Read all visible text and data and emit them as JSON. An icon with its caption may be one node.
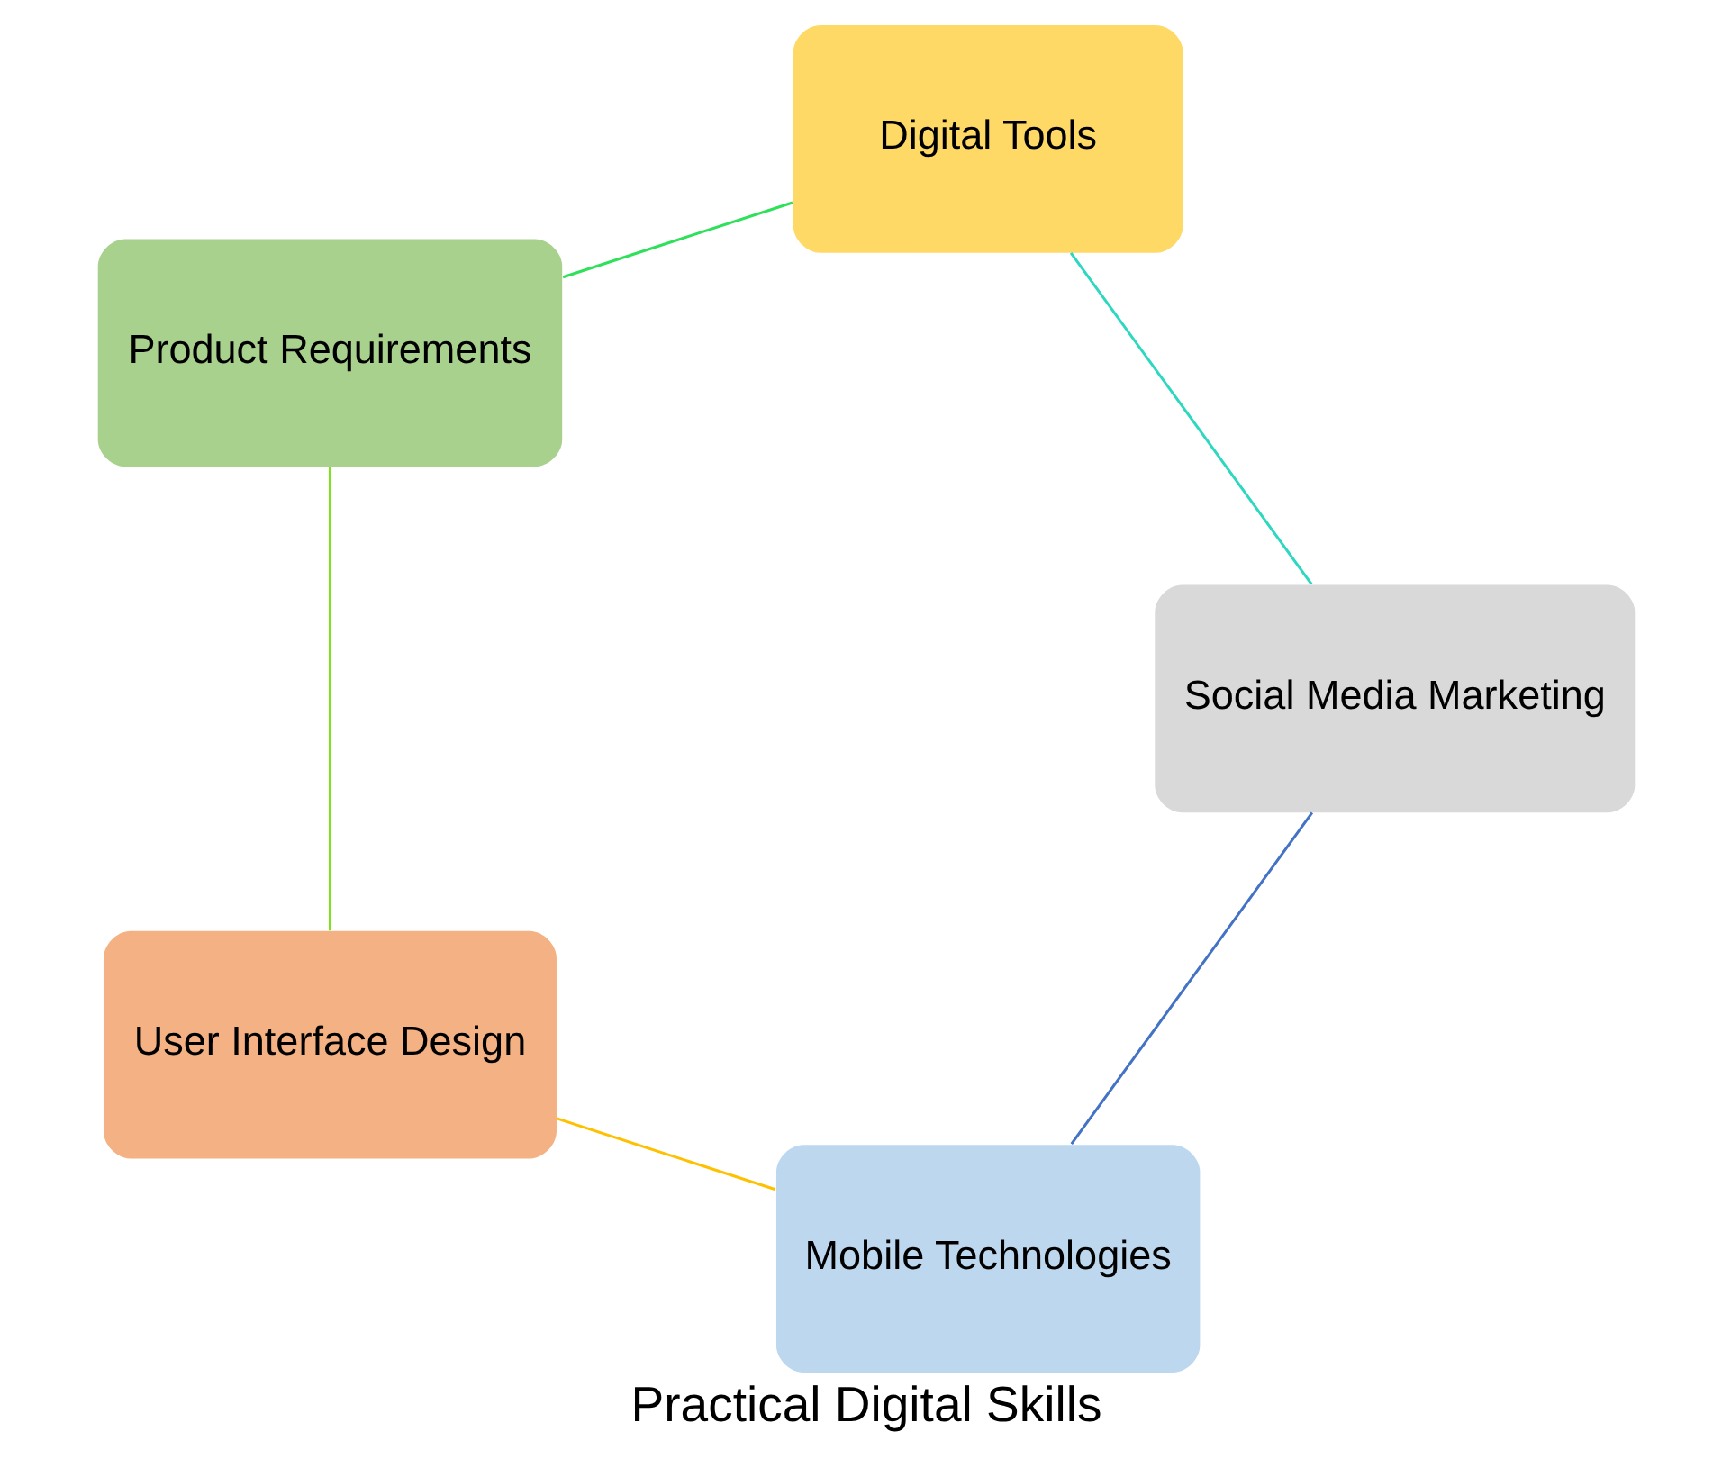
{
  "diagram": {
    "title": "Practical Digital Skills",
    "nodes": [
      {
        "text": [
          "Mobile Technologies"
        ]
      },
      {
        "text": [
          "User Interface Design"
        ]
      },
      {
        "text": [
          "Product Requirements"
        ]
      },
      {
        "text": [
          "Digital Tools"
        ]
      },
      {
        "text": [
          "Social Media Marketing"
        ]
      }
    ],
    "edges": [
      {
        "from": 0,
        "to": 1,
        "arrow": "none",
        "color": "#ffc000"
      },
      {
        "from": 1,
        "to": 2,
        "arrow": "none",
        "color": "#7fe01c"
      },
      {
        "from": 2,
        "to": 3,
        "arrow": "none",
        "color": "#2ee05a"
      },
      {
        "from": 3,
        "to": 4,
        "arrow": "none",
        "color": "#2ed8c0"
      },
      {
        "from": 4,
        "to": 0,
        "arrow": "none",
        "color": "#4472c4"
      }
    ]
  }
}
